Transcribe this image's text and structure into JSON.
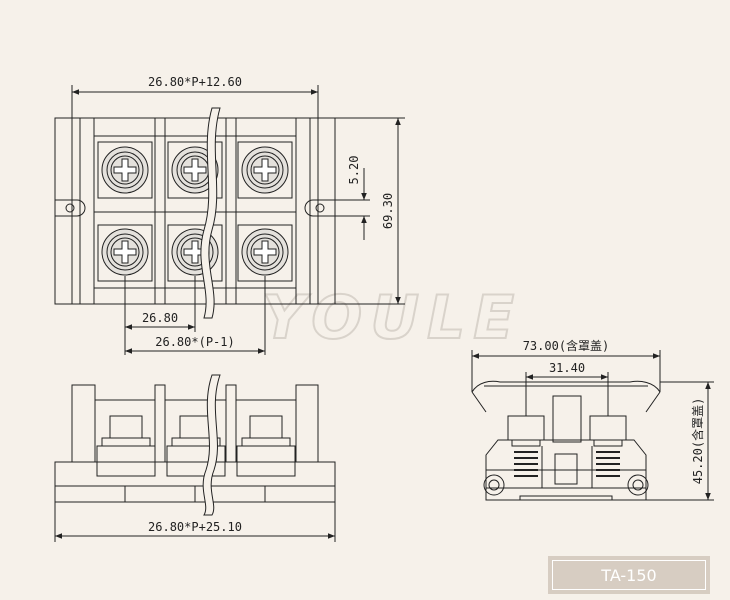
{
  "watermark": "YOULE",
  "model": "TA-150",
  "dimensions": {
    "top_width": "26.80*P+12.60",
    "height_total": "69.30",
    "screw_offset": "5.20",
    "pitch": "26.80",
    "pitch_span": "26.80*(P-1)",
    "bottom_width": "26.80*P+25.10",
    "cover_width": "73.00(含罩盖)",
    "inner_width": "31.40",
    "cover_height": "45.20(含罩盖)"
  },
  "colors": {
    "line": "#222222",
    "screw_face": "#e4e1dc",
    "background": "#f6f1ea",
    "badge": "#d7cdc2"
  }
}
